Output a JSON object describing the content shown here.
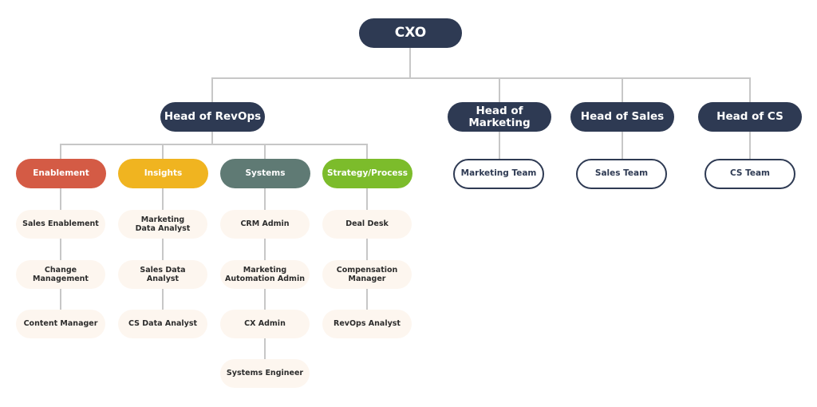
{
  "colors": {
    "dark_navy": "#2e3a53",
    "enablement": "#d45b45",
    "insights": "#f0b420",
    "systems": "#5f7a74",
    "strategy": "#7cbc2b",
    "leaf_fill": "#fdf6ef",
    "connector": "#c7c7c7"
  },
  "top": {
    "label": "CXO"
  },
  "heads": {
    "revops": "Head of RevOps",
    "marketing": "Head of\nMarketing",
    "sales": "Head of Sales",
    "cs": "Head of CS"
  },
  "teams": {
    "marketing": "Marketing Team",
    "sales": "Sales Team",
    "cs": "CS Team"
  },
  "categories": {
    "enablement": {
      "label": "Enablement",
      "roles": [
        "Sales Enablement",
        "Change\nManagement",
        "Content Manager"
      ]
    },
    "insights": {
      "label": "Insights",
      "roles": [
        "Marketing\nData Analyst",
        "Sales Data\nAnalyst",
        "CS Data Analyst"
      ]
    },
    "systems": {
      "label": "Systems",
      "roles": [
        "CRM Admin",
        "Marketing\nAutomation Admin",
        "CX Admin",
        "Systems Engineer"
      ]
    },
    "strategy": {
      "label": "Strategy/Process",
      "roles": [
        "Deal Desk",
        "Compensation\nManager",
        "RevOps Analyst"
      ]
    }
  }
}
